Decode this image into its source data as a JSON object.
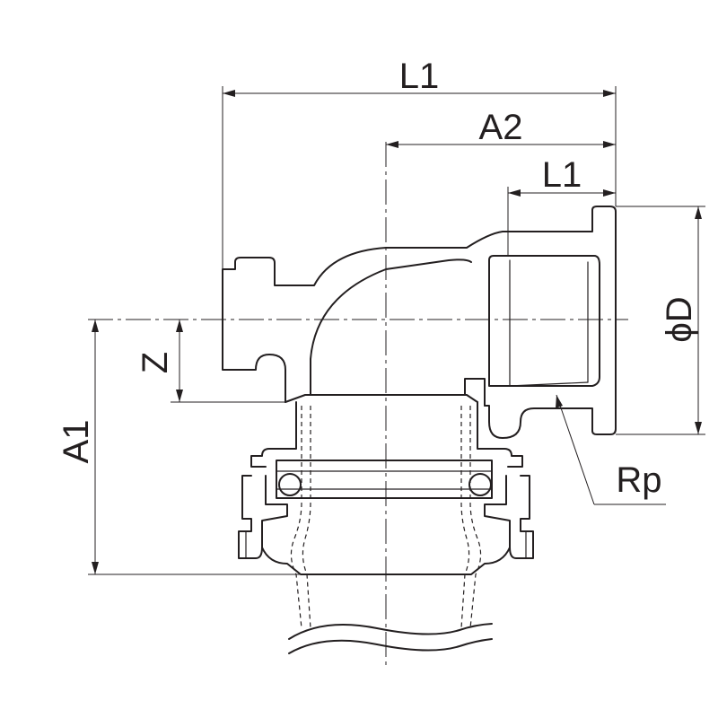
{
  "drawing": {
    "dimensions": {
      "l1_overall": "L1",
      "a2": "A2",
      "l1_thread": "L1",
      "phi_d": "ϕD",
      "z": "Z",
      "a1": "A1",
      "rp": "Rp"
    },
    "colors": {
      "line": "#231f20",
      "background": "#ffffff"
    }
  }
}
